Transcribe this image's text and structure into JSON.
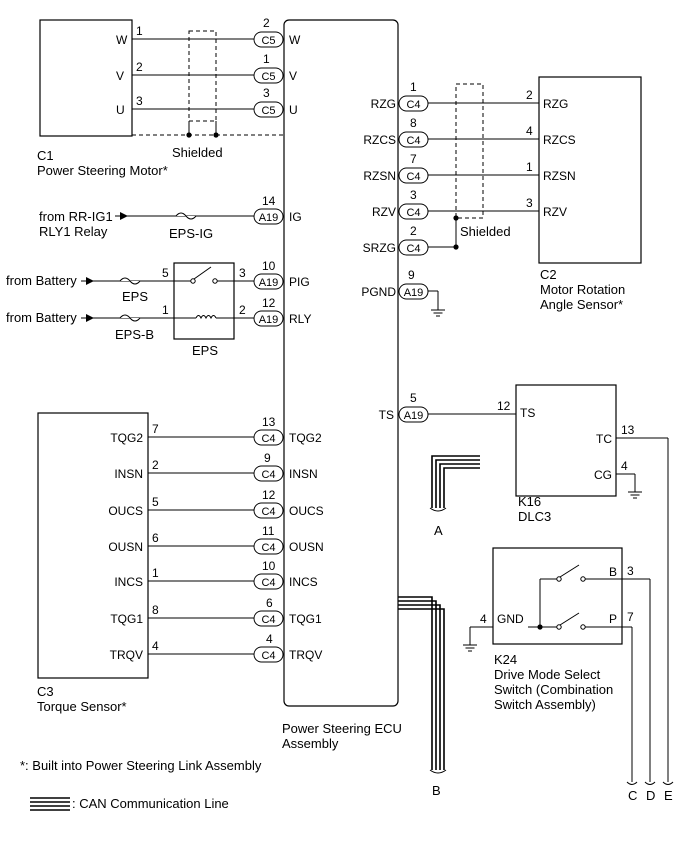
{
  "ecu": {
    "name_lines": [
      "Power Steering ECU",
      "Assembly"
    ]
  },
  "motor": {
    "code": "C1",
    "name": "Power Steering Motor*",
    "shield_label": "Shielded",
    "wires": [
      {
        "term": "W",
        "motor_pin": "1",
        "ecu_pin": "2",
        "conn": "C5",
        "ecu_term": "W"
      },
      {
        "term": "V",
        "motor_pin": "2",
        "ecu_pin": "1",
        "conn": "C5",
        "ecu_term": "V"
      },
      {
        "term": "U",
        "motor_pin": "3",
        "ecu_pin": "3",
        "conn": "C5",
        "ecu_term": "U"
      }
    ]
  },
  "rotation_sensor": {
    "code": "C2",
    "name_lines": [
      "Motor Rotation",
      "Angle Sensor*"
    ],
    "shield_label": "Shielded",
    "wires": [
      {
        "ecu_term": "RZG",
        "ecu_pin": "1",
        "conn": "C4",
        "sensor_pin": "2",
        "sensor_term": "RZG"
      },
      {
        "ecu_term": "RZCS",
        "ecu_pin": "8",
        "conn": "C4",
        "sensor_pin": "4",
        "sensor_term": "RZCS"
      },
      {
        "ecu_term": "RZSN",
        "ecu_pin": "7",
        "conn": "C4",
        "sensor_pin": "1",
        "sensor_term": "RZSN"
      },
      {
        "ecu_term": "RZV",
        "ecu_pin": "3",
        "conn": "C4",
        "sensor_pin": "3",
        "sensor_term": "RZV"
      }
    ],
    "srzg": {
      "ecu_term": "SRZG",
      "ecu_pin": "2",
      "conn": "C4"
    }
  },
  "pgnd": {
    "ecu_term": "PGND",
    "ecu_pin": "9",
    "conn": "A19"
  },
  "power": {
    "ig": {
      "source_lines": [
        "from RR-IG1",
        "RLY1 Relay"
      ],
      "fuse": "EPS-IG",
      "ecu_pin": "14",
      "conn": "A19",
      "ecu_term": "IG"
    },
    "pig": {
      "source": "from Battery",
      "fuse": "EPS",
      "relay_in_pin": "5",
      "relay_out_pin": "3",
      "ecu_pin": "10",
      "conn": "A19",
      "ecu_term": "PIG"
    },
    "rly": {
      "source": "from Battery",
      "fuse": "EPS-B",
      "relay_in_pin": "1",
      "relay_out_pin": "2",
      "ecu_pin": "12",
      "conn": "A19",
      "ecu_term": "RLY"
    },
    "relay_name": "EPS"
  },
  "torque_sensor": {
    "code": "C3",
    "name": "Torque Sensor*",
    "wires": [
      {
        "term": "TQG2",
        "sensor_pin": "7",
        "ecu_pin": "13",
        "conn": "C4",
        "ecu_term": "TQG2"
      },
      {
        "term": "INSN",
        "sensor_pin": "2",
        "ecu_pin": "9",
        "conn": "C4",
        "ecu_term": "INSN"
      },
      {
        "term": "OUCS",
        "sensor_pin": "5",
        "ecu_pin": "12",
        "conn": "C4",
        "ecu_term": "OUCS"
      },
      {
        "term": "OUSN",
        "sensor_pin": "6",
        "ecu_pin": "11",
        "conn": "C4",
        "ecu_term": "OUSN"
      },
      {
        "term": "INCS",
        "sensor_pin": "1",
        "ecu_pin": "10",
        "conn": "C4",
        "ecu_term": "INCS"
      },
      {
        "term": "TQG1",
        "sensor_pin": "8",
        "ecu_pin": "6",
        "conn": "C4",
        "ecu_term": "TQG1"
      },
      {
        "term": "TRQV",
        "sensor_pin": "4",
        "ecu_pin": "4",
        "conn": "C4",
        "ecu_term": "TRQV"
      }
    ]
  },
  "ts": {
    "ecu_term": "TS",
    "ecu_pin": "5",
    "conn": "A19",
    "dlc_pin": "12"
  },
  "dlc": {
    "code": "K16",
    "name": "DLC3",
    "terms": {
      "ts": "TS",
      "tc": "TC",
      "cg": "CG"
    },
    "pins": {
      "tc": "13",
      "cg": "4"
    }
  },
  "switch": {
    "code": "K24",
    "name_lines": [
      "Drive Mode Select",
      "Switch (Combination",
      "Switch Assembly)"
    ],
    "gnd_term": "GND",
    "gnd_pin": "4",
    "b_term": "B",
    "b_pin": "3",
    "p_term": "P",
    "p_pin": "7"
  },
  "connectors": {
    "a": "A",
    "b": "B",
    "c": "C",
    "d": "D",
    "e": "E"
  },
  "notes": {
    "footnote": "*: Built into Power Steering Link Assembly",
    "legend": ": CAN Communication Line"
  }
}
